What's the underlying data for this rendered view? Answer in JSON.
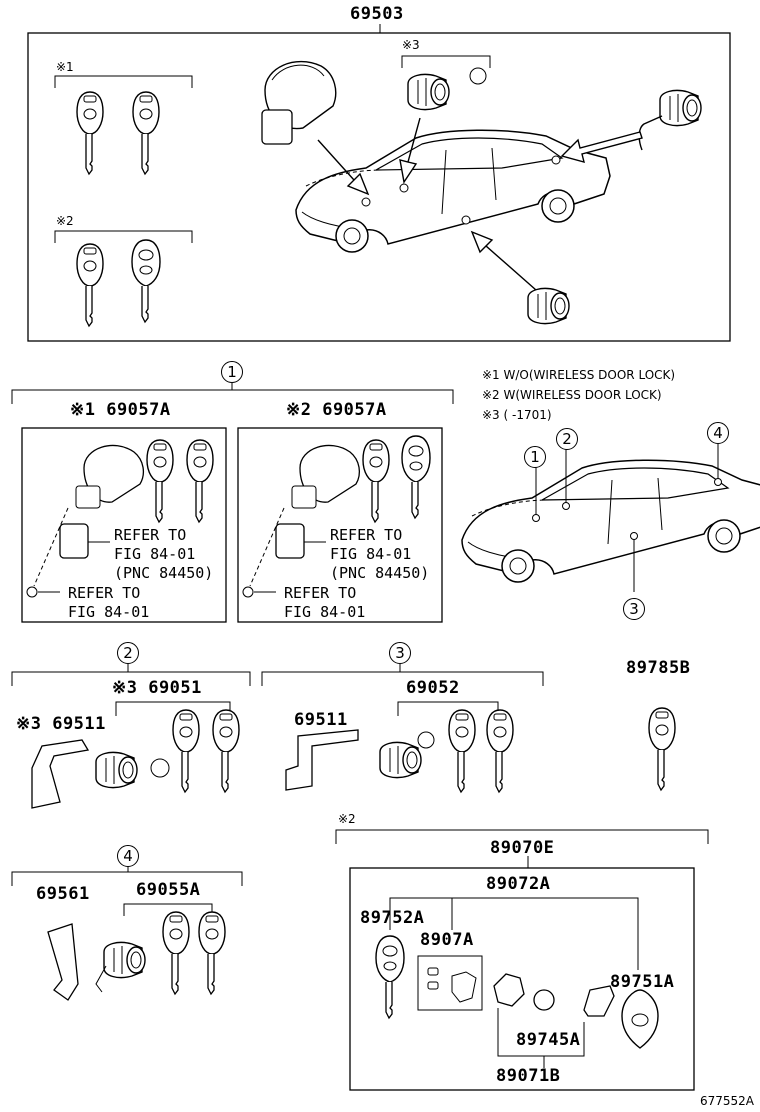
{
  "top": {
    "part": "69503",
    "mark1": "※1",
    "mark2": "※2",
    "mark3": "※3"
  },
  "legend": {
    "l1": "※1 W/O(WIRELESS DOOR LOCK)",
    "l2": "※2 W(WIRELESS DOOR LOCK)",
    "l3": "※3 (      -1701)"
  },
  "callouts": [
    "1",
    "2",
    "3",
    "4"
  ],
  "g1": {
    "left_part": "※1 69057A",
    "right_part": "※2 69057A",
    "ref1": "REFER TO\nFIG 84-01\n(PNC 84450)",
    "ref2": "REFER TO\nFIG 84-01"
  },
  "g2": {
    "part_a": "※3 69051",
    "part_b": "※3 69511"
  },
  "g3": {
    "part_a": "69052",
    "part_b": "69511"
  },
  "g_key": {
    "part": "89785B"
  },
  "g4": {
    "part_a": "69561",
    "part_b": "69055A"
  },
  "remote": {
    "mark": "※2",
    "p1": "89070E",
    "p2": "89072A",
    "p3": "89752A",
    "p4": "8907A",
    "p5": "89751A",
    "p6": "89745A",
    "p7": "89071B"
  },
  "drawing_code": "677552A"
}
